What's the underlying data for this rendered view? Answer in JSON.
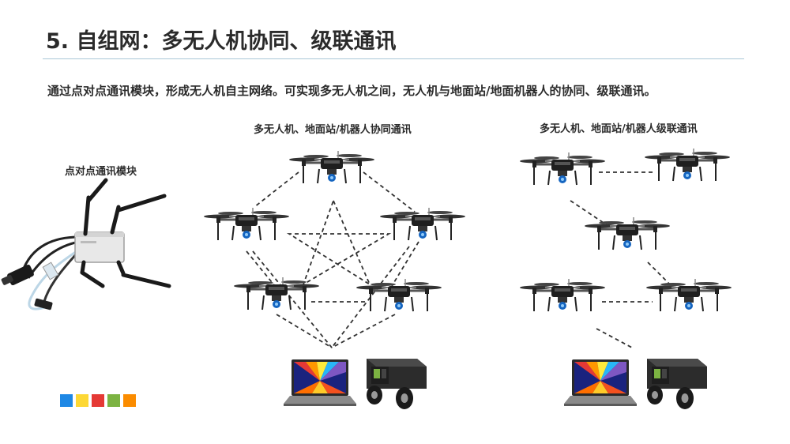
{
  "slide": {
    "title": "5. 自组网：多无人机协同、级联通讯",
    "subtitle": "通过点对点通讯模块，形成无人机自主网络。可实现多无人机之间，无人机与地面站/地面机器人的协同、级联通讯。"
  },
  "sections": {
    "module_caption": "点对点通讯模块",
    "cooperative_caption": "多无人机、地面站/机器人协同通讯",
    "cascade_caption": "多无人机、地面站/机器人级联通讯"
  },
  "brand_squares": [
    "#1e88e5",
    "#fdd835",
    "#e53935",
    "#7cb342",
    "#fb8c00"
  ]
}
